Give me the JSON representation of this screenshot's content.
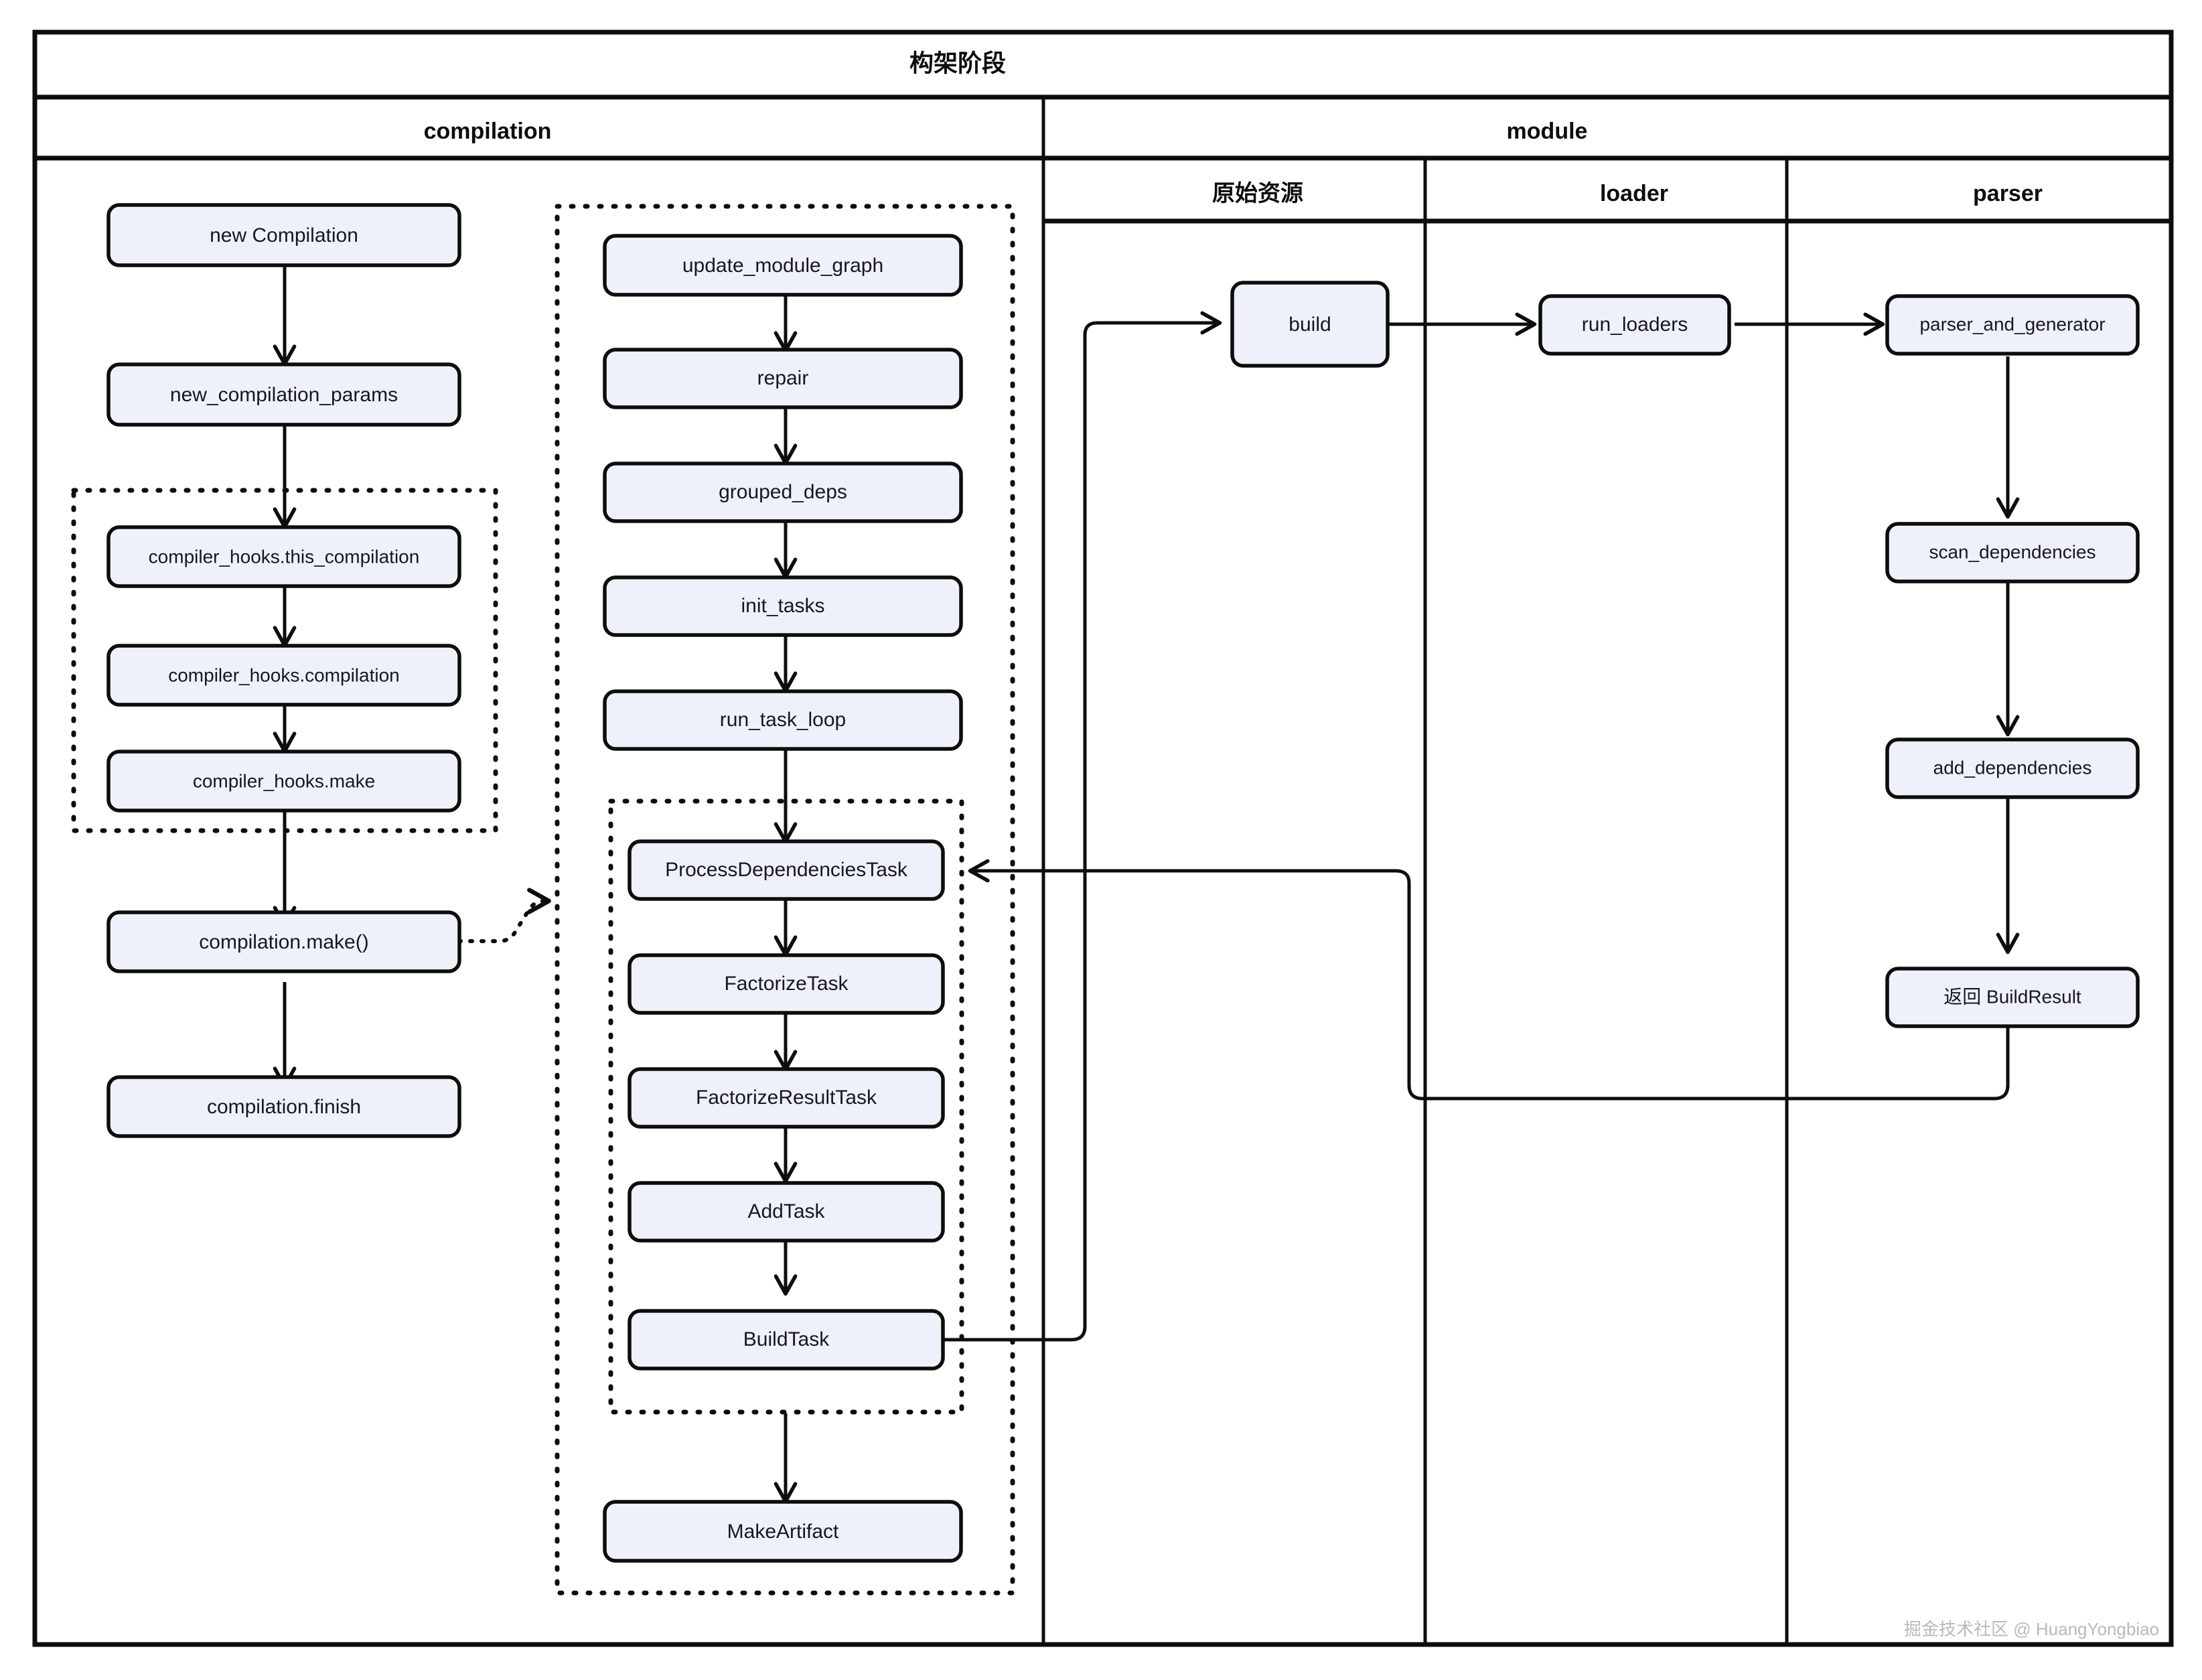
{
  "pool": {
    "title": "构架阶段",
    "lanes": [
      {
        "name": "compilation"
      },
      {
        "name": "module"
      }
    ],
    "sublanes": [
      {
        "name": "原始资源"
      },
      {
        "name": "loader"
      },
      {
        "name": "parser"
      }
    ]
  },
  "colors": {
    "node_fill": "#eef1fa",
    "stroke": "#0d0d0d",
    "watermark": "#b9b9b9"
  },
  "nodes": {
    "compilation_main": [
      {
        "id": "new_compilation",
        "label": "new Compilation"
      },
      {
        "id": "new_compilation_params",
        "label": "new_compilation_params"
      },
      {
        "id": "hooks_this_compilation",
        "label": "compiler_hooks.this_compilation"
      },
      {
        "id": "hooks_compilation",
        "label": "compiler_hooks.compilation"
      },
      {
        "id": "hooks_make",
        "label": "compiler_hooks.make"
      },
      {
        "id": "compilation_make",
        "label": "compilation.make()"
      },
      {
        "id": "compilation_finish",
        "label": "compilation.finish"
      }
    ],
    "make_pipeline": [
      {
        "id": "update_module_graph",
        "label": "update_module_graph"
      },
      {
        "id": "repair",
        "label": "repair"
      },
      {
        "id": "grouped_deps",
        "label": "grouped_deps"
      },
      {
        "id": "init_tasks",
        "label": "init_tasks"
      },
      {
        "id": "run_task_loop",
        "label": "run_task_loop"
      }
    ],
    "task_loop": [
      {
        "id": "process_dependencies_task",
        "label": "ProcessDependenciesTask"
      },
      {
        "id": "factorize_task",
        "label": "FactorizeTask"
      },
      {
        "id": "factorize_result_task",
        "label": "FactorizeResultTask"
      },
      {
        "id": "add_task",
        "label": "AddTask"
      },
      {
        "id": "build_task",
        "label": "BuildTask"
      }
    ],
    "make_artifact": [
      {
        "id": "make_artifact",
        "label": "MakeArtifact"
      }
    ],
    "module_source": [
      {
        "id": "build",
        "label": "build"
      }
    ],
    "module_loader": [
      {
        "id": "run_loaders",
        "label": "run_loaders"
      }
    ],
    "module_parser": [
      {
        "id": "parser_and_generator",
        "label": "parser_and_generator"
      },
      {
        "id": "scan_dependencies",
        "label": "scan_dependencies"
      },
      {
        "id": "add_dependencies",
        "label": "add_dependencies"
      },
      {
        "id": "return_build_result",
        "label": "返回 BuildResult"
      }
    ]
  },
  "groups": {
    "hooks_group_label": "",
    "make_group_label": "",
    "task_group_label": ""
  },
  "watermark": {
    "text": "掘金技术社区 @ HuangYongbiao"
  }
}
